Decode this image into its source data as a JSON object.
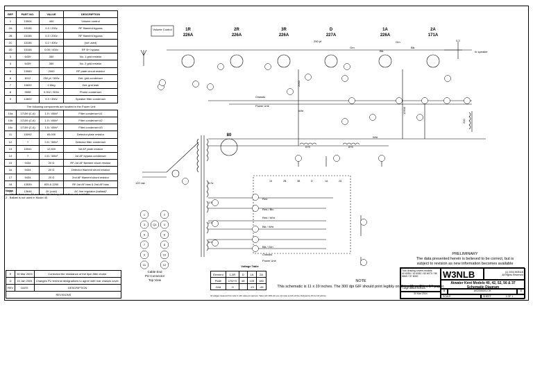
{
  "parts_table": {
    "headers": [
      "REF",
      "PART NO.",
      "VALUE",
      "DESCRIPTION"
    ],
    "rows": [
      [
        "1",
        "13004",
        "400",
        "Volume control"
      ],
      [
        "2A",
        "15156",
        "0.3 / 200v",
        "RF filament bypass"
      ],
      [
        "2B",
        "15156",
        "0.3 / 200v",
        "RF filament bypass"
      ],
      [
        "2C",
        "15156",
        "0.2 / 400v",
        "(not used)"
      ],
      [
        "2D",
        "15158",
        "0.05 / 400v",
        "RF B+ bypass"
      ],
      [
        "3",
        "6439",
        "350",
        "No. 1 grid resistor"
      ],
      [
        "4",
        "6439",
        "350",
        "No. 2 grid resistor"
      ],
      [
        "5",
        "13069",
        "2000",
        "RF plate circuit resistor"
      ],
      [
        "6",
        "8112",
        "250 pf / 500v",
        "Det. grid condenser"
      ],
      [
        "7",
        "15692",
        "2 Meg",
        "Det. grid leak"
      ],
      [
        "8",
        "9598",
        "0.002 / 500v",
        "Phone condenser"
      ],
      [
        "9",
        "14602",
        "0.3 / 450v",
        "Speaker filter condenser"
      ]
    ],
    "note_row": "The following components are located in the Power Unit",
    "power_rows": [
      [
        "10a",
        "17159 (C-6)",
        "1.0 / 450v¹",
        "Filter condenser #1"
      ],
      [
        "10b",
        "17159 (C-6)",
        "1.0 / 450v¹",
        "Filter condenser #2"
      ],
      [
        "10c",
        "17159 (C-6)",
        "1.5 / 450v¹",
        "Filter condenser #3"
      ],
      [
        "11",
        "15092",
        "65,000",
        "Detector plate resistor"
      ],
      [
        "12",
        "?",
        "0.5 / 350v¹",
        "Detector filter condenser"
      ],
      [
        "13",
        "15941",
        "12,500",
        "1st AF plate resistor"
      ],
      [
        "14",
        "?",
        "0.5 / 350v¹",
        "1st AF bypass condenser"
      ],
      [
        "15",
        "9434",
        "20 Ω",
        "RF-1st AF filament shunt resistor"
      ],
      [
        "16",
        "9434",
        "20 Ω",
        "Detector filament shunt resistor"
      ],
      [
        "17",
        "9434",
        "20 Ω",
        "2nd AF filament shunt resistor"
      ],
      [
        "18",
        "13539",
        "825 & 2250",
        "RF-1st AF bias & 2nd AF bias"
      ],
      [
        "19",
        "13646",
        "2K (cold)",
        "AC line regulator (ballast)²"
      ]
    ]
  },
  "notes": {
    "title": "Notes",
    "lines": [
      "1 - Values from non-AK sources.  AK factory information not available.",
      "2 - Ballast is not used in Model 40."
    ]
  },
  "revisions": {
    "rows": [
      [
        "E",
        "30 Mar 2004",
        "Corrected the resistance of the 6pin filter choke."
      ],
      [
        "D",
        "10 Jan 2004",
        "Changes PU terminal designations to agree with rear chassis cover."
      ]
    ],
    "headers": [
      "REV",
      "DATE",
      "DESCRIPTION"
    ],
    "footer": "REVISIONS"
  },
  "schematic": {
    "volume_control": "Volume Control",
    "tubes": [
      {
        "id": "1R",
        "type": "226A"
      },
      {
        "id": "2R",
        "type": "226A"
      },
      {
        "id": "3R",
        "type": "226A"
      },
      {
        "id": "D",
        "type": "227A"
      },
      {
        "id": "1A",
        "type": "226A"
      },
      {
        "id": "2A",
        "type": "171A"
      }
    ],
    "rectifier": "80",
    "labels": {
      "chassis": "Chassis",
      "power_unit": "Power Unit",
      "to_speaker": "to speaker",
      "line_voltage": "120 vac",
      "cap_250": "250 pf",
      "speaker_cap": "0.3",
      "wht": "Wht",
      "wht2": "Wht",
      "grn": "Grn",
      "blk": "Blk",
      "grn2": "Grn",
      "blk2": "Blk",
      "red": "Red",
      "red_blu": "Red / Blu",
      "red_wht": "Red / Wht",
      "blk_wht": "Blk / Wht",
      "blk_grn": "Blk / Grn",
      "v5": "5.0v",
      "v15": "1.5v",
      "v25": "2.5v",
      "v50": "5.0v",
      "choke_675a": "675",
      "choke_675b": "675",
      "r_200": "200",
      "r_2000": "2000",
      "r_12500": "12500",
      "r_65000": "65000"
    },
    "pu_pins": [
      "15",
      "2B",
      "3B",
      "D",
      "1A",
      "2A"
    ]
  },
  "connector": {
    "title": "Cable End",
    "subtitle": "PU Connector",
    "view": "Top View",
    "left": [
      "1",
      "3",
      "5",
      "7",
      "9",
      "11"
    ],
    "center": [
      "",
      "Q1",
      "",
      "",
      "",
      ""
    ],
    "right": [
      "2",
      "4",
      "6",
      "8",
      "10",
      "12"
    ]
  },
  "voltage_table": {
    "title": "Voltage Table",
    "headers": [
      "Element",
      "1-3R",
      "D",
      "1A",
      "2A"
    ],
    "rows": [
      [
        "Plate",
        "170/+9",
        "48",
        "105",
        "180"
      ],
      [
        "Grid",
        "-9",
        "",
        "-13",
        "-45"
      ]
    ],
    "footnote": "All voltages measured from tube 'F' with values at maximum.  Taken with 1000 ohm per volt meter at 120 volt line.  Reduced by 3% for 110 volt line."
  },
  "note": {
    "title": "NOTE",
    "text": "This schematic is 11 x 19 inches.  The 300 dpi GIF should print legibly on 8½ x 11 or 8½ x 14 paper."
  },
  "preliminary": {
    "title": "PRELIMINARY",
    "line1": "The data presented herein is believed to be correct, but is",
    "line2": "subject to revision as new information becomes available"
  },
  "title_block": {
    "brand": "W3NLB",
    "copyright": "(c) 2004 W3NLB",
    "rights": "All Rights Reserved",
    "drawing_covers": "This drawing covers models:",
    "models_list": "40  6050 / 42  6082 / 52  6070 / 56  5860 / 37  6000",
    "title1": "Atwater Kent Models 40, 42, 52, 56 & 37",
    "title2": "Schematic Diagram",
    "size": "B",
    "doc": "AK2005000-CH",
    "rev": "E",
    "date": "30 Mar 2004",
    "sheet": "1 OF 1",
    "scale_label": "SCALE",
    "sheet_label": "SHEET",
    "prepared": "Large Based W3NLB"
  }
}
